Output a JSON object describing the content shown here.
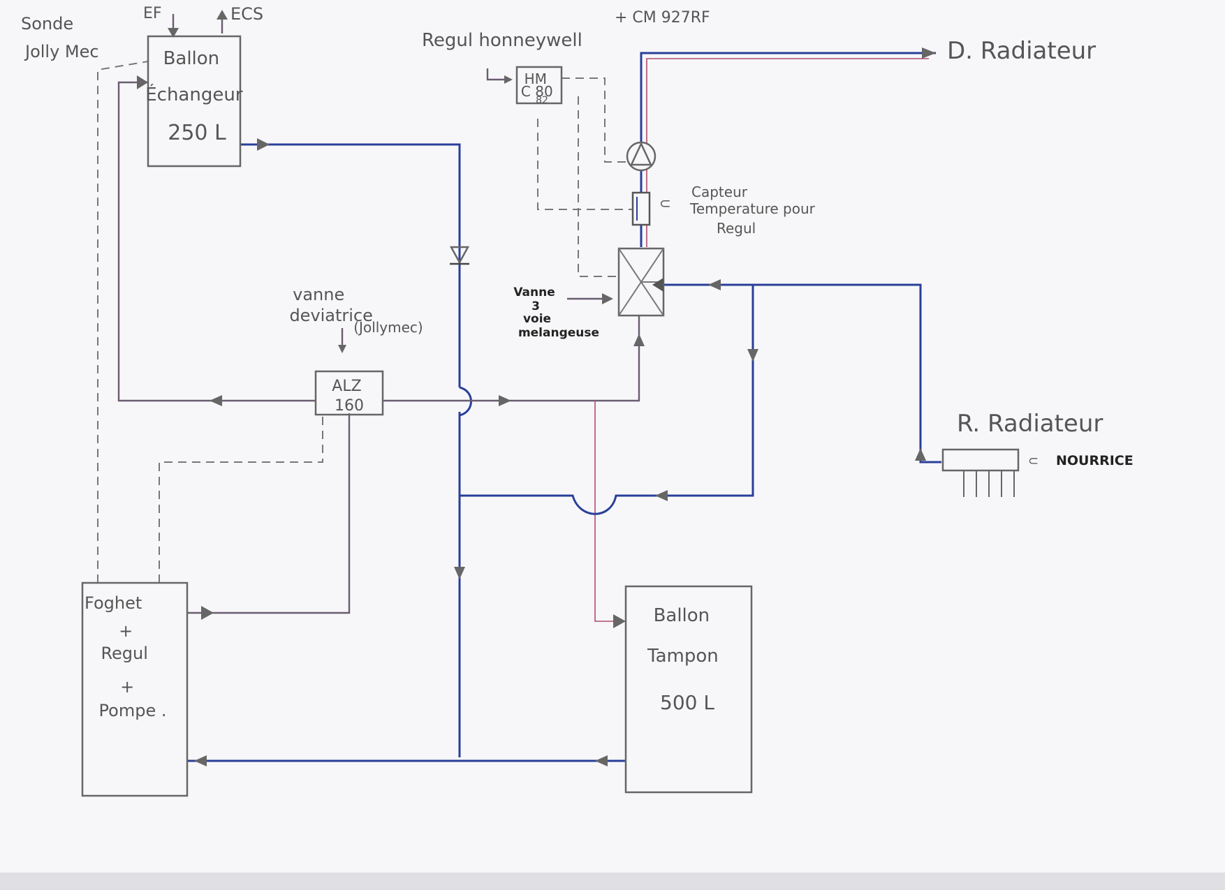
{
  "labels": {
    "sonde": "Sonde\nJolly Mec",
    "ef": "EF",
    "ecs": "ECS",
    "regul_honeywell": "Regul honneywell",
    "cm927rf": "+ CM 927RF",
    "d_radiateur": "D. Radiateur",
    "capteur": "Capteur\nTemperature pour\nRegul",
    "vanne_deviatrice": "vanne\ndeviatrice\n(Jollymec)",
    "vanne_3voie": "Vanne\n3\nvoie\nmelangeuse",
    "r_radiateur": "R. Radiateur",
    "nourrice": "NOURRICE"
  },
  "boxes": {
    "ballon_echangeur": "Ballon\nÉchangeur\n250 L",
    "hm": "HM\nC 80\n82",
    "alz": "ALZ\n160",
    "foghet": "Foghet\n+\nRegul\n+\nPompe .",
    "ballon_tampon": "Ballon\nTampon\n500 L"
  }
}
